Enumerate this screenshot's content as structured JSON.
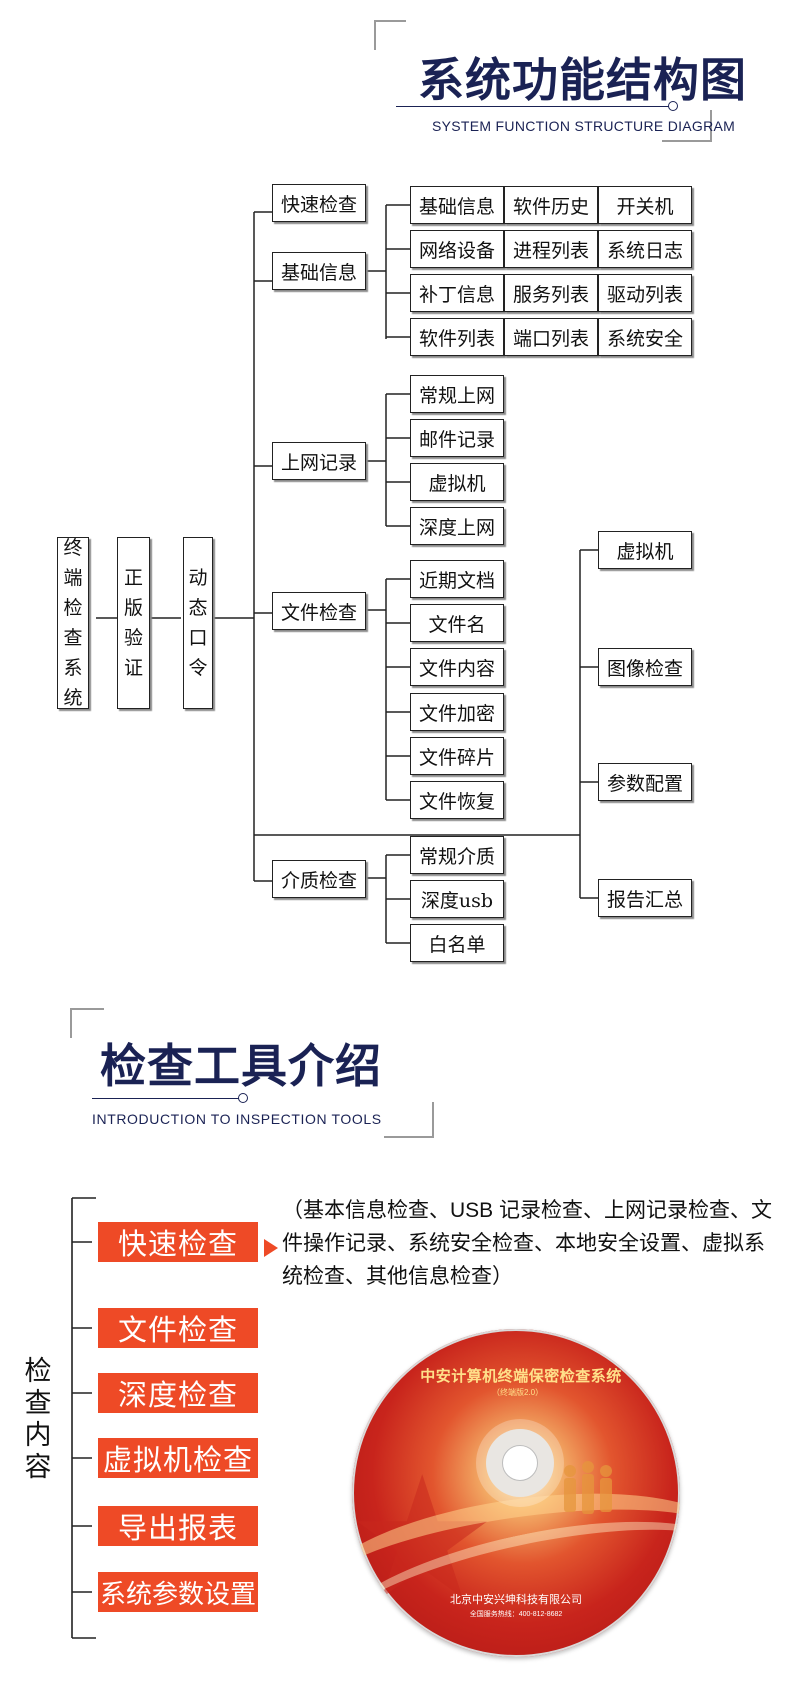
{
  "section1": {
    "title": "系统功能结构图",
    "subtitle": "SYSTEM FUNCTION STRUCTURE DIAGRAM"
  },
  "diagram": {
    "root": "终端检查系统",
    "verify": "正版验证",
    "token": "动态口令",
    "branches": [
      {
        "label": "快速检查",
        "children": []
      },
      {
        "label": "基础信息",
        "children": [
          "基础信息",
          "软件历史",
          "开关机",
          "网络设备",
          "进程列表",
          "系统日志",
          "补丁信息",
          "服务列表",
          "驱动列表",
          "软件列表",
          "端口列表",
          "系统安全"
        ]
      },
      {
        "label": "上网记录",
        "children": [
          "常规上网",
          "邮件记录",
          "虚拟机",
          "深度上网"
        ]
      },
      {
        "label": "文件检查",
        "children": [
          "近期文档",
          "文件名",
          "文件内容",
          "文件加密",
          "文件碎片",
          "文件恢复"
        ]
      },
      {
        "label": "介质检查",
        "children": [
          "常规介质",
          "深度usb",
          "白名单"
        ]
      }
    ],
    "right_group": [
      "虚拟机",
      "图像检查",
      "参数配置",
      "报告汇总"
    ]
  },
  "section2": {
    "title": "检查工具介绍",
    "subtitle": "INTRODUCTION TO INSPECTION TOOLS"
  },
  "tools": {
    "vertical_label": "检查内容",
    "items": [
      "快速检查",
      "文件检查",
      "深度检查",
      "虚拟机检查",
      "导出报表",
      "系统参数设置"
    ],
    "description": "（基本信息检查、USB 记录检查、上网记录检查、文件操作记录、系统安全检查、本地安全设置、虚拟系统检查、其他信息检查）"
  },
  "disc": {
    "title": "中安计算机终端保密检查系统",
    "version": "（终端版2.0）",
    "company": "北京中安兴坤科技有限公司",
    "hotline": "全国服务热线：400-812-8682"
  }
}
